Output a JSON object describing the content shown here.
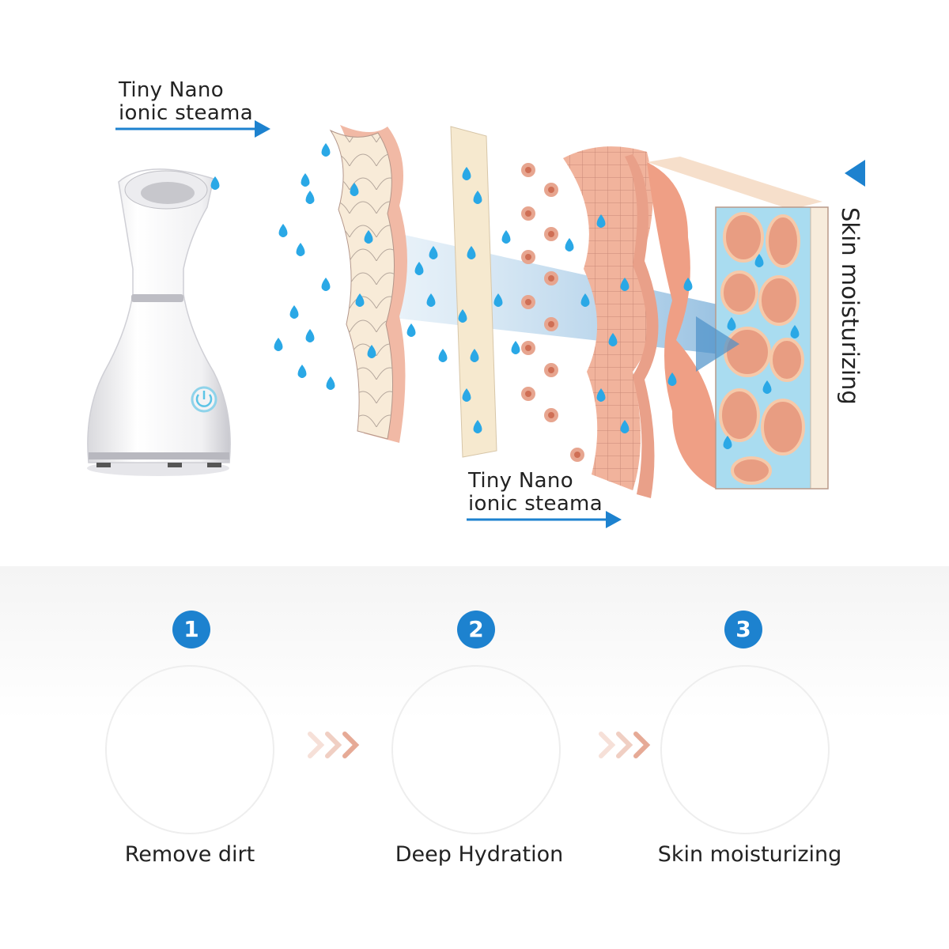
{
  "top": {
    "caption_left": {
      "line1": "Tiny Nano",
      "line2": "ionic steama"
    },
    "caption_bottom": {
      "line1": "Tiny Nano",
      "line2": "ionic steama"
    },
    "side_label": "Skin moisturizing"
  },
  "steps": [
    {
      "number": "1",
      "label": "Remove dirt"
    },
    {
      "number": "2",
      "label": "Deep Hydration"
    },
    {
      "number": "3",
      "label": "Skin moisturizing"
    }
  ],
  "colors": {
    "accent_blue": "#1d82cf",
    "droplet_blue": "#2aa8e6",
    "skin_pink": "#eeb5a0",
    "skin_light": "#f7e3d4",
    "fat_yellow": "#f6e6a6",
    "cell_pink": "#e8a894"
  }
}
